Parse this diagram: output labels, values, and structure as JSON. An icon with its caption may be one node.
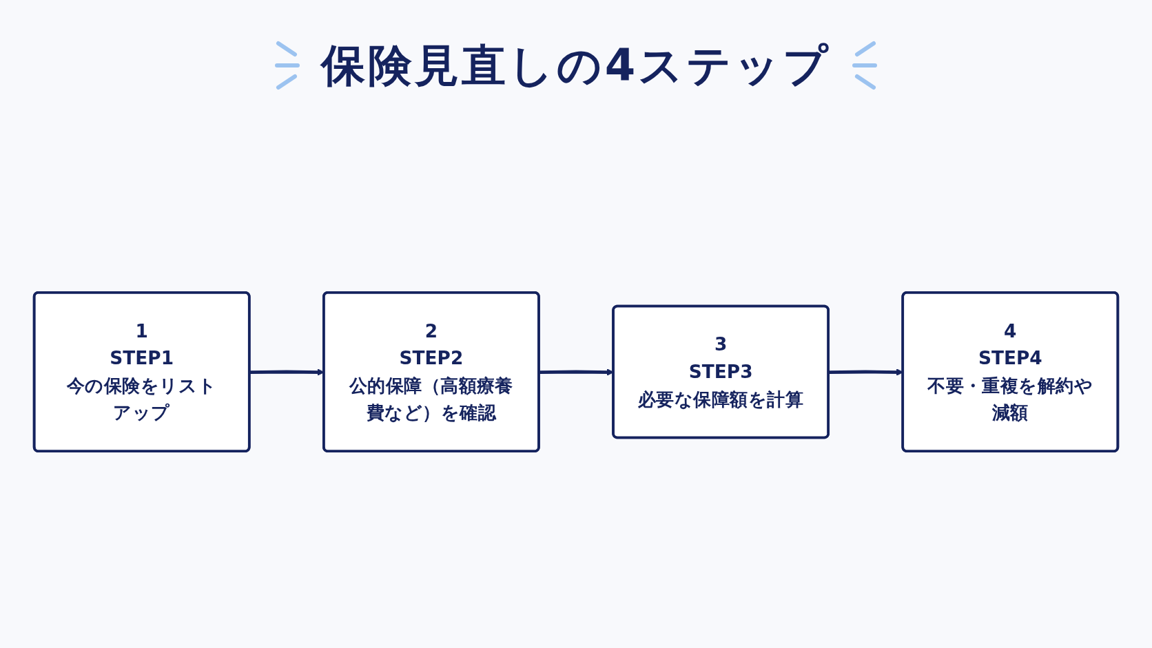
{
  "diagram": {
    "title": "保険見直しの4ステップ",
    "nodes": [
      {
        "text": [
          "1",
          "STEP1",
          "今の保険をリストアップ"
        ]
      },
      {
        "text": [
          "2",
          "STEP2",
          "公的保障（高額療養費など）を確認"
        ]
      },
      {
        "text": [
          "3",
          "STEP3",
          "必要な保障額を計算"
        ]
      },
      {
        "text": [
          "4",
          "STEP4",
          "不要・重複を解約や減額"
        ]
      }
    ],
    "edges": [
      {
        "from": 0,
        "to": 1,
        "arrow": "to"
      },
      {
        "from": 1,
        "to": 2,
        "arrow": "to"
      },
      {
        "from": 2,
        "to": 3,
        "arrow": "to"
      }
    ]
  }
}
